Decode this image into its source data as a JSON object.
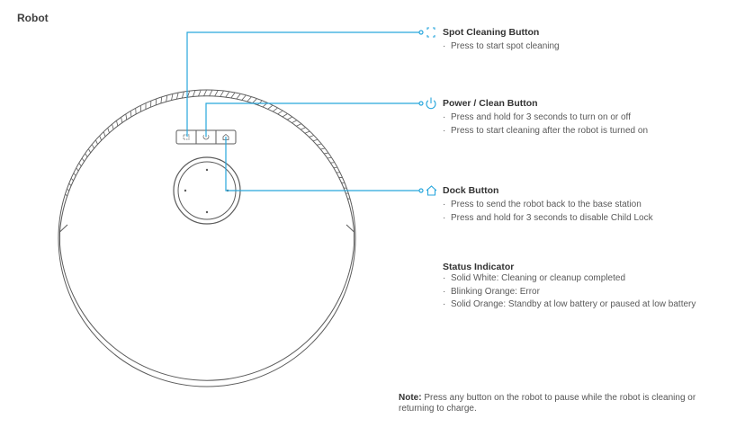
{
  "page": {
    "section_title": "Robot"
  },
  "callouts": {
    "spot": {
      "title": "Spot Cleaning Button",
      "icon": "spot-cleaning-icon",
      "lines": [
        "Press to start spot cleaning"
      ]
    },
    "power": {
      "title": "Power / Clean Button",
      "icon": "power-icon",
      "lines": [
        "Press and hold for 3 seconds to turn on or off",
        "Press to start cleaning after the robot is turned on"
      ]
    },
    "dock": {
      "title": "Dock Button",
      "icon": "home-icon",
      "lines": [
        "Press to send the robot back to the base station",
        "Press and hold for 3 seconds to disable Child Lock"
      ]
    },
    "status": {
      "title": "Status Indicator",
      "lines": [
        "Solid White: Cleaning or cleanup completed",
        "Blinking Orange: Error",
        "Solid Orange: Standby at low battery or paused at low battery"
      ]
    }
  },
  "note": {
    "label": "Note:",
    "text": "Press any button on the robot to pause while the robot is cleaning or returning to charge."
  },
  "colors": {
    "leader_line": "#27a6dc",
    "outline": "#5b5b5b"
  }
}
